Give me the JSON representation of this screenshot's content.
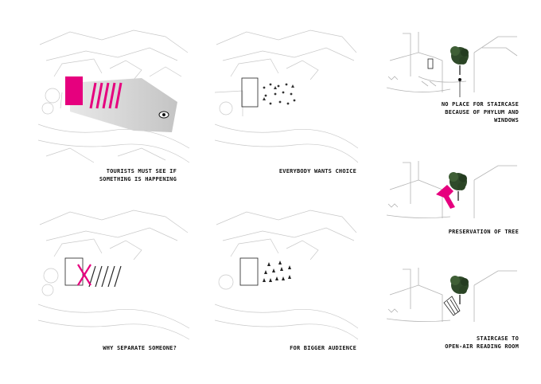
{
  "captions": {
    "p1_line1": "TOURISTS MUST SEE IF",
    "p1_line2": "SOMETHING IS HAPPENING",
    "p2": "EVERYBODY WANTS CHOICE",
    "p3": "WHY SEPARATE SOMEONE?",
    "p4": "FOR BIGGER AUDIENCE",
    "p5_line1": "NO PLACE FOR STAIRCASE",
    "p5_line2": "BECAUSE OF PHYLUM AND",
    "p5_line3": "WINDOWS",
    "p6": "PRESERVATION OF TREE",
    "p7_line1": "STAIRCASE TO",
    "p7_line2": "OPEN-AIR READING ROOM"
  },
  "colors": {
    "accent": "#e6007e",
    "linework": "#c9c9c9",
    "tree": "#2f4a2a",
    "text": "#111111"
  }
}
